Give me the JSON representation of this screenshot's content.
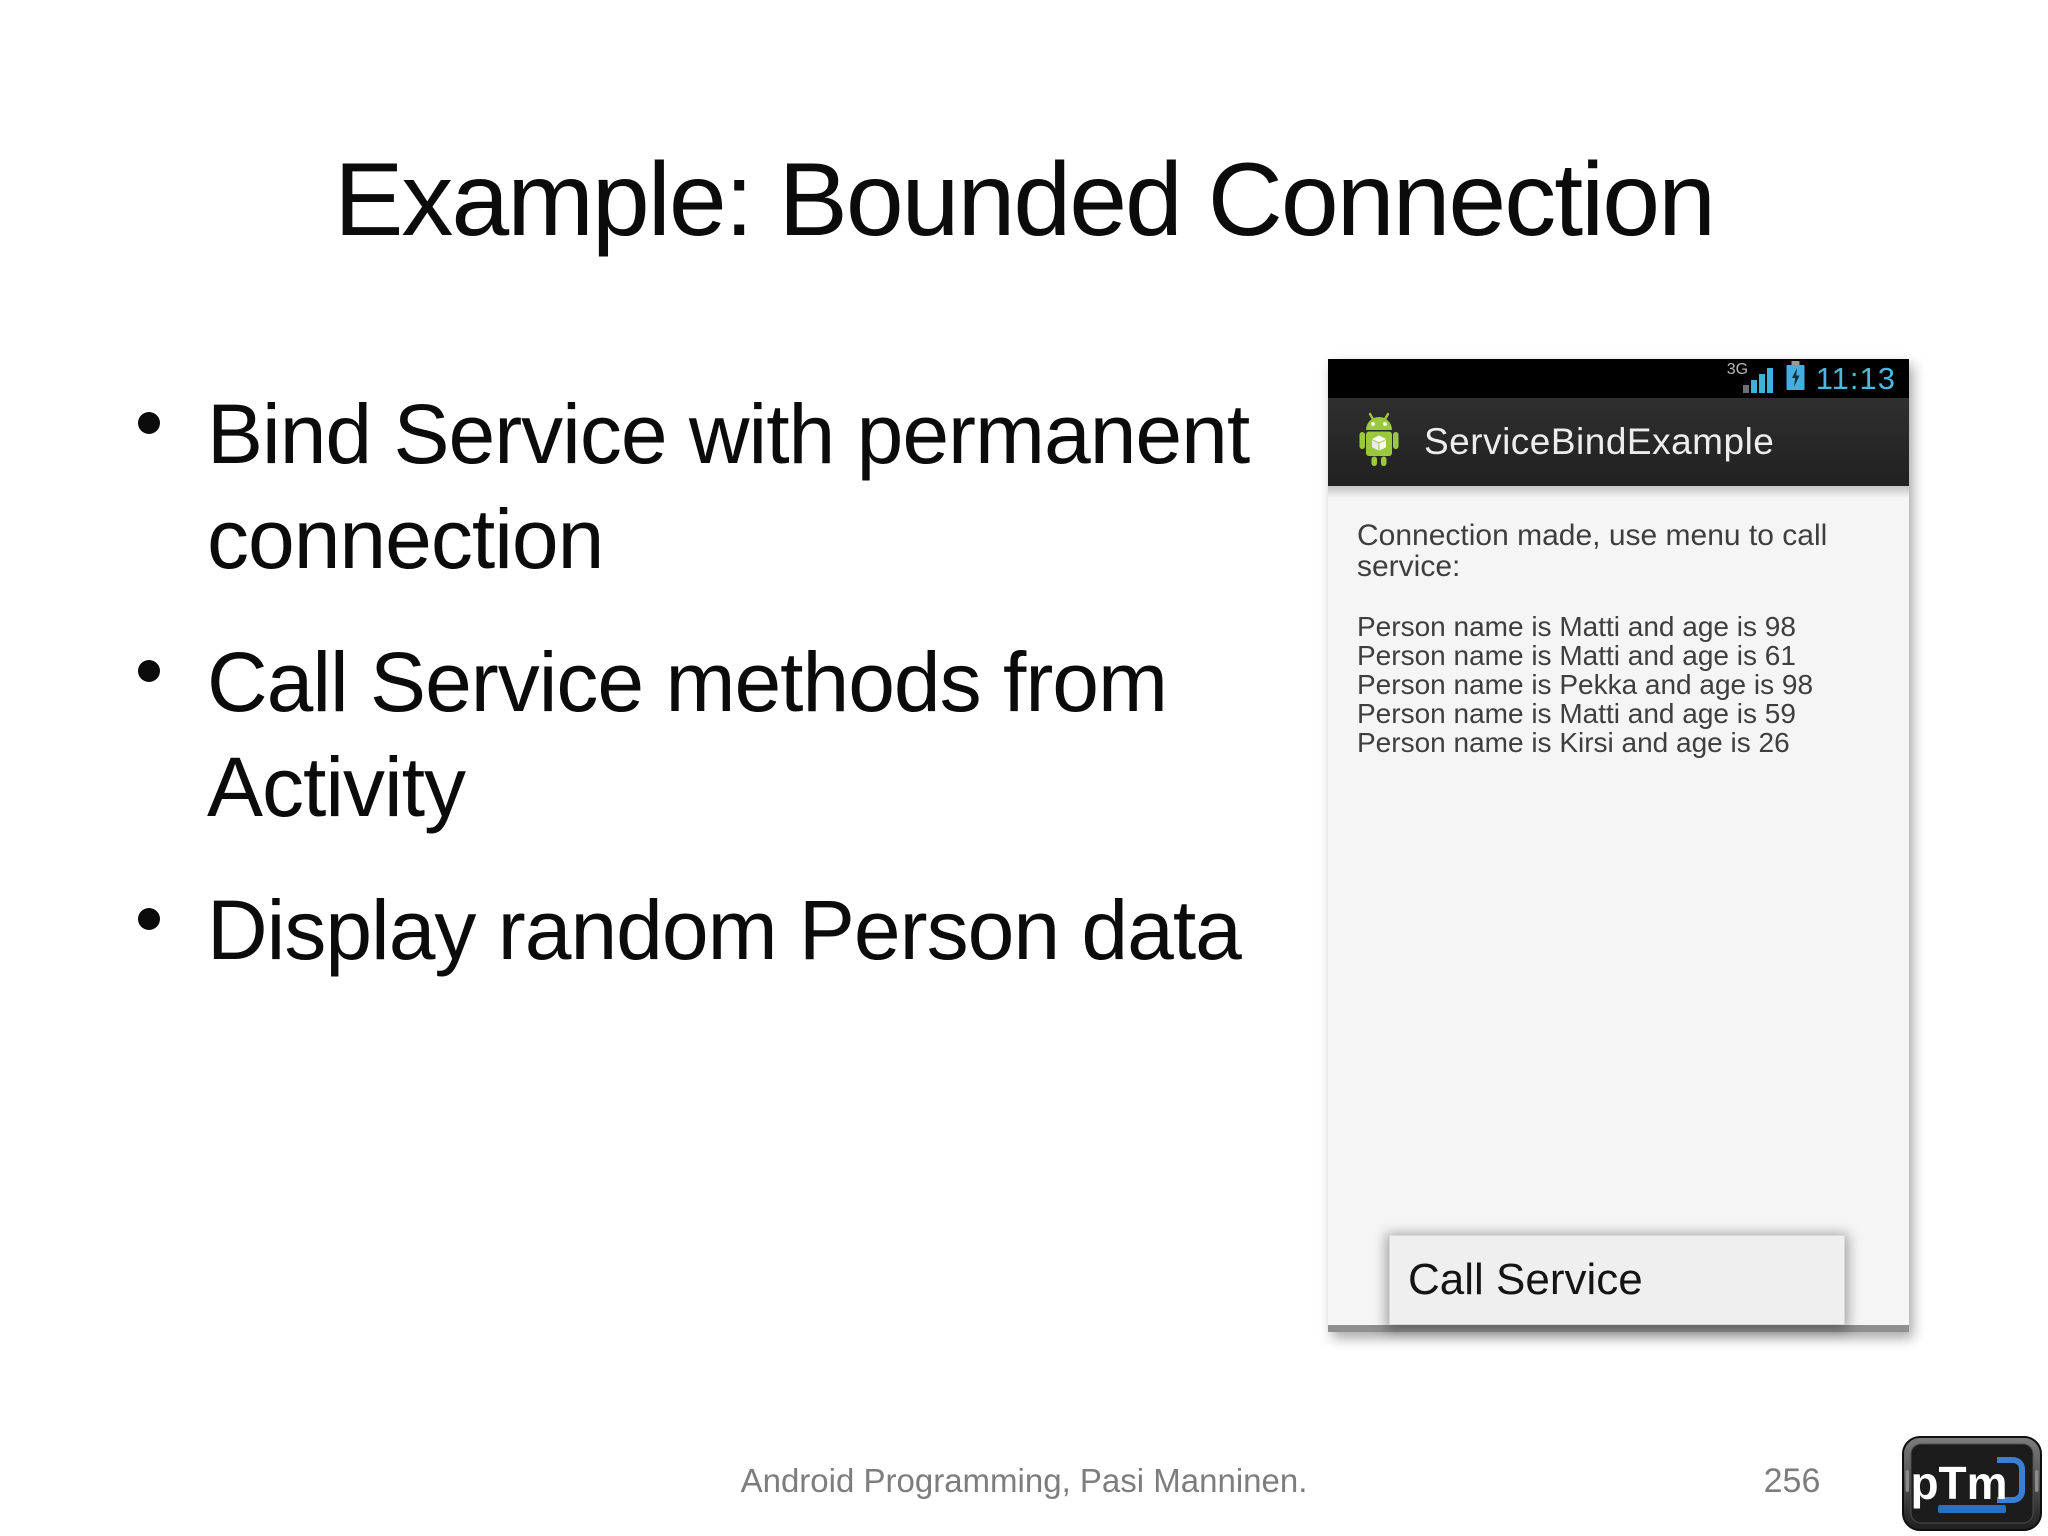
{
  "slide": {
    "title": "Example: Bounded Connection",
    "bullets": [
      "Bind Service with permanent connection",
      "Call Service methods from Activity",
      "Display random Person data"
    ],
    "footer": "Android Programming, Pasi Manninen.",
    "page_number": "256"
  },
  "phone_screenshot": {
    "status_bar": {
      "network": "3G",
      "time": "11:13"
    },
    "app_bar": {
      "title": "ServiceBindExample"
    },
    "content": {
      "message": "Connection made, use menu to call service:",
      "person_lines": [
        "Person name is Matti and age is 98",
        "Person name is Matti and age is 61",
        "Person name is Pekka and age is 98",
        "Person name is Matti and age is 59",
        "Person name is Kirsi and age is 26"
      ]
    },
    "menu": {
      "items": [
        "Call Service"
      ]
    }
  },
  "logo": {
    "text": "pTm"
  },
  "colors": {
    "holo_blue": "#4db7e2",
    "android_green": "#9bc93d",
    "status_bar_bg": "#000000",
    "app_bar_bg": "#2a2a2a",
    "logo_blue": "#3b7fd4",
    "footer_gray": "#7d7d7d"
  }
}
